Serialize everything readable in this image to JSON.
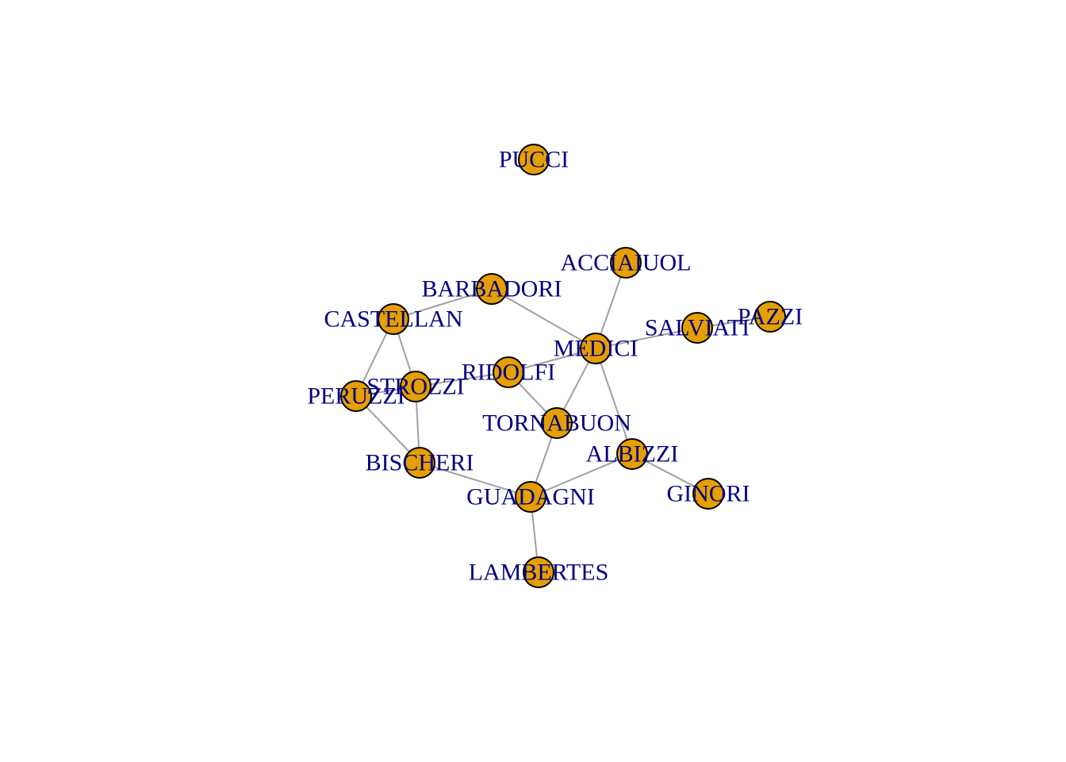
{
  "colors": {
    "background": "#ffffff",
    "node_fill": "#e69f00",
    "node_stroke": "#000000",
    "edge": "#a0a0a0",
    "label": "#000080"
  },
  "nodes": [
    {
      "id": "PUCCI",
      "label": "PUCCI"
    },
    {
      "id": "ACCIAIUOL",
      "label": "ACCIAIUOL"
    },
    {
      "id": "BARBADORI",
      "label": "BARBADORI"
    },
    {
      "id": "CASTELLAN",
      "label": "CASTELLAN"
    },
    {
      "id": "PAZZI",
      "label": "PAZZI"
    },
    {
      "id": "SALVIATI",
      "label": "SALVIATI"
    },
    {
      "id": "MEDICI",
      "label": "MEDICI"
    },
    {
      "id": "RIDOLFI",
      "label": "RIDOLFI"
    },
    {
      "id": "STROZZI",
      "label": "STROZZI"
    },
    {
      "id": "PERUZZI",
      "label": "PERUZZI"
    },
    {
      "id": "TORNABUON",
      "label": "TORNABUON"
    },
    {
      "id": "ALBIZZI",
      "label": "ALBIZZI"
    },
    {
      "id": "BISCHERI",
      "label": "BISCHERI"
    },
    {
      "id": "GUADAGNI",
      "label": "GUADAGNI"
    },
    {
      "id": "GINORI",
      "label": "GINORI"
    },
    {
      "id": "LAMBERTES",
      "label": "LAMBERTES"
    }
  ],
  "edges": [
    [
      "ACCIAIUOL",
      "MEDICI"
    ],
    [
      "BARBADORI",
      "CASTELLAN"
    ],
    [
      "BARBADORI",
      "MEDICI"
    ],
    [
      "CASTELLAN",
      "PERUZZI"
    ],
    [
      "CASTELLAN",
      "STROZZI"
    ],
    [
      "PERUZZI",
      "STROZZI"
    ],
    [
      "PERUZZI",
      "BISCHERI"
    ],
    [
      "STROZZI",
      "BISCHERI"
    ],
    [
      "STROZZI",
      "RIDOLFI"
    ],
    [
      "RIDOLFI",
      "MEDICI"
    ],
    [
      "RIDOLFI",
      "TORNABUON"
    ],
    [
      "MEDICI",
      "TORNABUON"
    ],
    [
      "MEDICI",
      "SALVIATI"
    ],
    [
      "MEDICI",
      "ALBIZZI"
    ],
    [
      "SALVIATI",
      "PAZZI"
    ],
    [
      "TORNABUON",
      "GUADAGNI"
    ],
    [
      "ALBIZZI",
      "GUADAGNI"
    ],
    [
      "ALBIZZI",
      "GINORI"
    ],
    [
      "BISCHERI",
      "GUADAGNI"
    ],
    [
      "GUADAGNI",
      "LAMBERTES"
    ]
  ]
}
